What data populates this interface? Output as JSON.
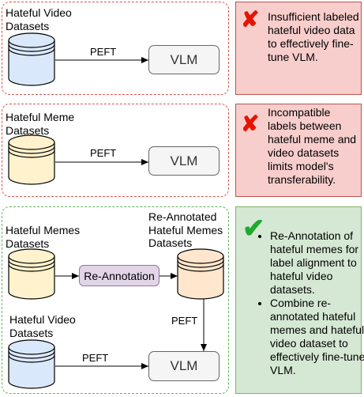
{
  "panel1": {
    "dataset_label": "Hateful Video Datasets",
    "edge_label": "PEFT",
    "model_label": "VLM",
    "note_icon": "x-mark-icon",
    "note_text": "Insufficient labeled hateful video data to effectively fine-tune VLM."
  },
  "panel2": {
    "dataset_label": "Hateful Meme Datasets",
    "edge_label": "PEFT",
    "model_label": "VLM",
    "note_icon": "x-mark-icon",
    "note_text": "Incompatible labels between hateful meme and video datasets limits model's transferability."
  },
  "panel3": {
    "memes_label": "Hateful Memes Datasets",
    "reannotated_label": "Re-Annotated Hateful Memes Datasets",
    "video_label": "Hateful Video Datasets",
    "reannotation_label": "Re-Annotation",
    "edge_label_down": "PEFT",
    "edge_label_bottom": "PEFT",
    "model_label": "VLM",
    "note_icon": "check-mark-icon",
    "bullets": [
      "Re-Annotation of hateful memes for label alignment to hateful video datasets.",
      "Combine re-annotated hateful memes and hateful video dataset to effectively fine-tune VLM."
    ]
  },
  "colors": {
    "video_db": "#dae8fc",
    "video_db_stroke": "#6c8ebf",
    "meme_db": "#fff2cc",
    "meme_db_stroke": "#d6b656",
    "reannotated_db": "#ffe6cc",
    "reannotated_db_stroke": "#d79b00",
    "red_accent": "#e51400",
    "green_accent": "#1faa2e"
  }
}
